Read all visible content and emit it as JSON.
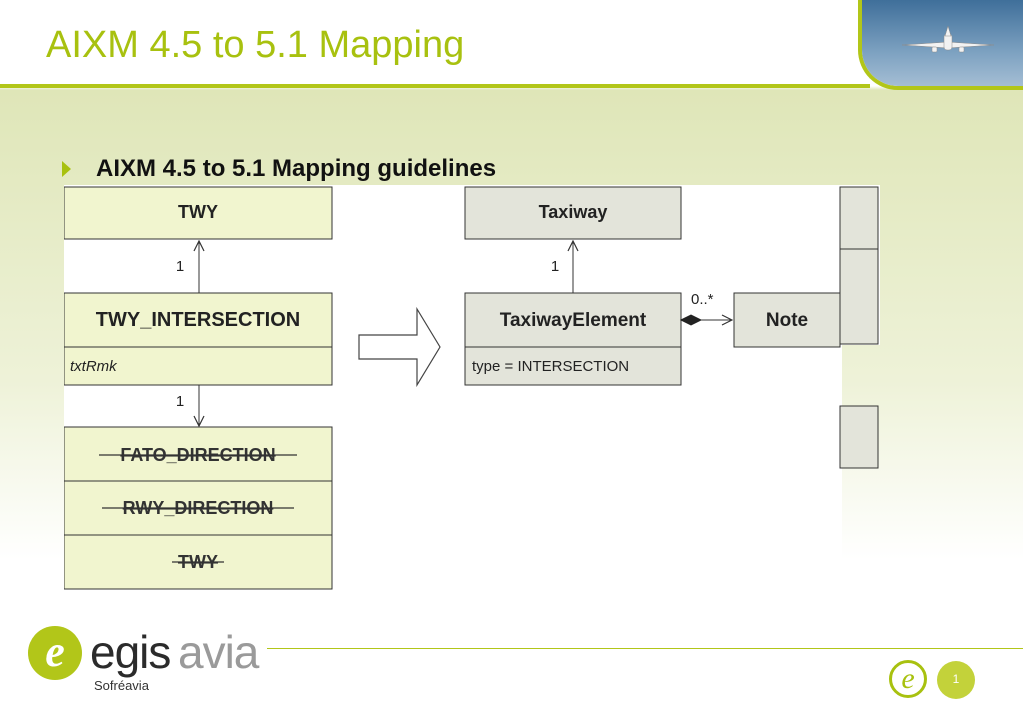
{
  "slide": {
    "title": "AIXM 4.5 to 5.1 Mapping",
    "bullet": "AIXM 4.5 to 5.1 Mapping guidelines",
    "page_number": "1"
  },
  "logo": {
    "mark": "e",
    "word1": "egis",
    "word2": "avia",
    "tagline": "Sofréavia"
  },
  "diagram": {
    "left": {
      "twy": "TWY",
      "intersection": "TWY_INTERSECTION",
      "attribute": "txtRmk",
      "mult_top": "1",
      "mult_bottom": "1",
      "fato": "FATO_DIRECTION",
      "rwy": "RWY_DIRECTION",
      "twy2": "TWY"
    },
    "right": {
      "taxiway": "Taxiway",
      "element": "TaxiwayElement",
      "attribute": "type = INTERSECTION",
      "mult_top": "1",
      "mult_note": "0..*",
      "note": "Note"
    }
  },
  "colors": {
    "accent": "#a8c10f",
    "left_box": "#f1f5cf",
    "right_box": "#e3e4da"
  }
}
